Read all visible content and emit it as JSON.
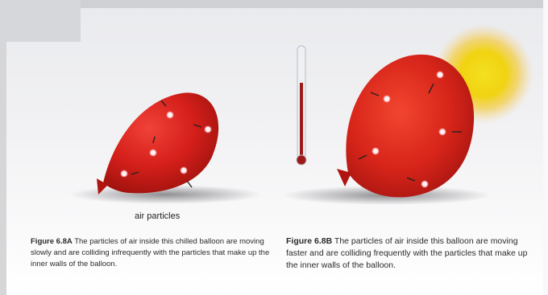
{
  "figures": {
    "a": {
      "number": "Figure 6.8A",
      "text": "The particles of air inside this chilled balloon are moving slowly and are colliding infrequently with the particles that make up the inner walls of the balloon."
    },
    "b": {
      "number": "Figure 6.8B",
      "text": "The particles of air inside this balloon are moving faster and are colliding frequently with the particles that make up the inner walls of the balloon."
    },
    "particles_label": "air particles"
  },
  "icons": [
    "balloon-icon",
    "thermometer-icon",
    "sun-icon"
  ],
  "colors": {
    "balloon": "#d51f1a",
    "balloon_dark": "#a9130f",
    "sun": "#f7d70c",
    "thermometer_fill": "#9c1a18"
  }
}
